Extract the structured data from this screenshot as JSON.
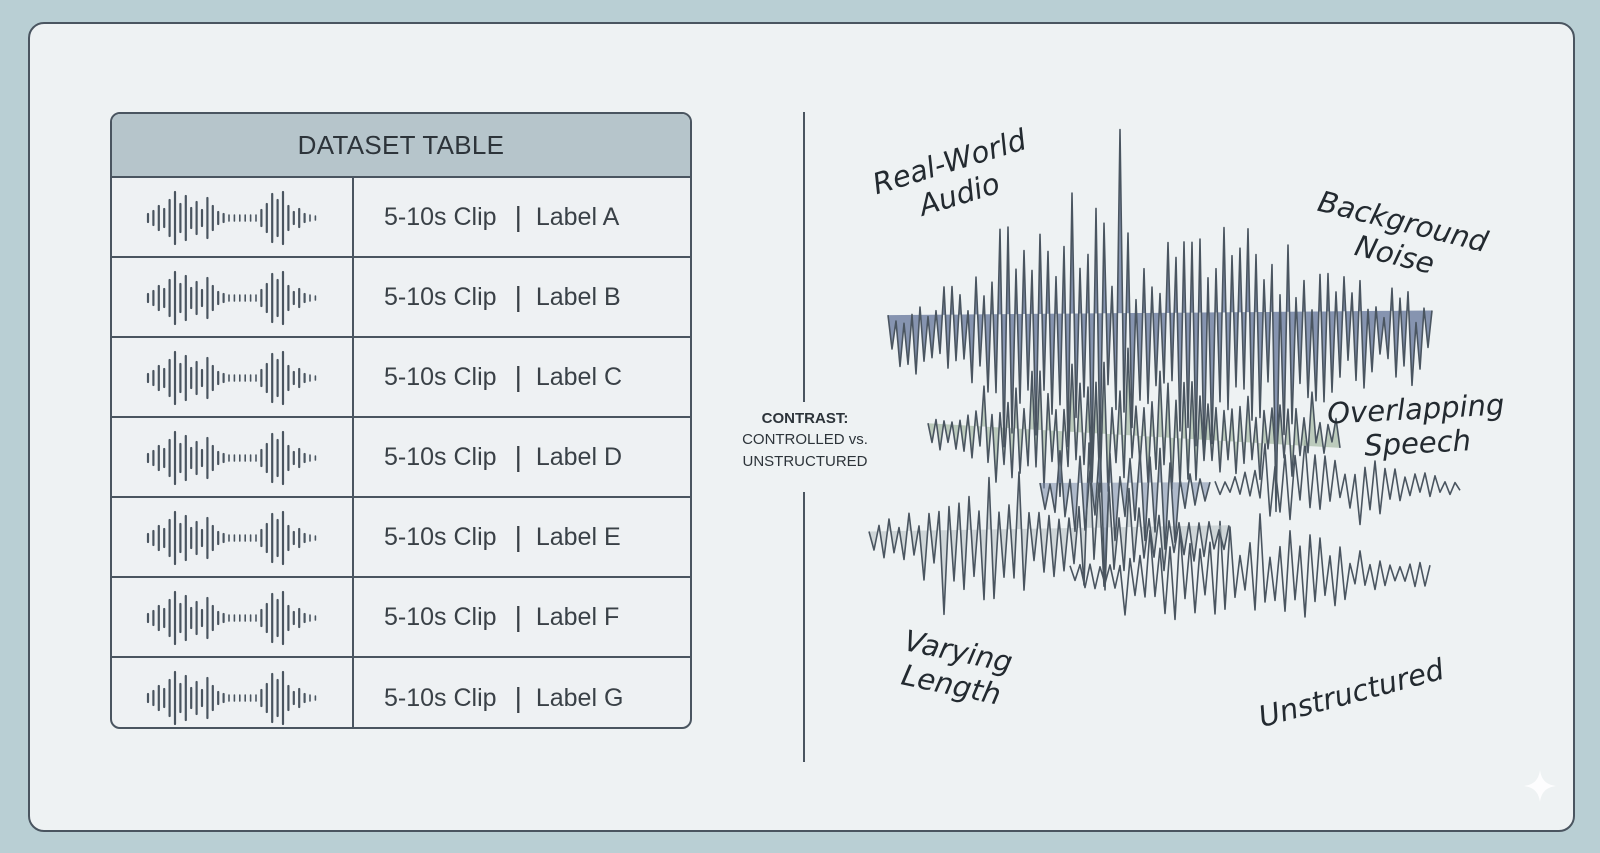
{
  "table": {
    "header": "DATASET TABLE",
    "rows": [
      {
        "clip": "5-10s Clip",
        "separator": "|",
        "label": "Label A"
      },
      {
        "clip": "5-10s Clip",
        "separator": "|",
        "label": "Label B"
      },
      {
        "clip": "5-10s Clip",
        "separator": "|",
        "label": "Label C"
      },
      {
        "clip": "5-10s Clip",
        "separator": "|",
        "label": "Label D"
      },
      {
        "clip": "5-10s Clip",
        "separator": "|",
        "label": "Label E"
      },
      {
        "clip": "5-10s Clip",
        "separator": "|",
        "label": "Label F"
      },
      {
        "clip": "5-10s Clip",
        "separator": "|",
        "label": "Label G"
      }
    ]
  },
  "contrast": {
    "title": "CONTRAST:",
    "line1": "CONTROLLED vs.",
    "line2": "UNSTRUCTURED"
  },
  "annotations": {
    "real_world_1": "Real-World",
    "real_world_2": "Audio",
    "background_noise_1": "Background",
    "background_noise_2": "Noise",
    "overlapping_speech_1": "Overlapping",
    "overlapping_speech_2": "Speech",
    "varying_length_1": "Varying",
    "varying_length_2": "Length",
    "unstructured": "Unstructured"
  },
  "colors": {
    "background": "#b9cfd4",
    "card": "#eef2f3",
    "table_header": "#b6c5cb",
    "outline": "#4a5560",
    "wave_blue": "#7a8aa8",
    "wave_green": "#b3c4b2",
    "wave_gray": "#b6bfc1"
  }
}
